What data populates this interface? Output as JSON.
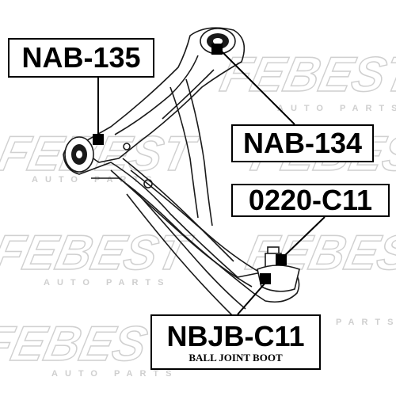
{
  "watermark": {
    "brand": "FEBEST",
    "sub": "AUTO PARTS"
  },
  "labels": {
    "nab135": "NAB-135",
    "nab134": "NAB-134",
    "c0220": "0220-C11",
    "nbjb": "NBJB-C11",
    "nbjb_sub": "BALL JOINT BOOT"
  },
  "colors": {
    "line": "#000000",
    "watermark": "#d8d8d8",
    "part_outline": "#1a1a1a"
  }
}
